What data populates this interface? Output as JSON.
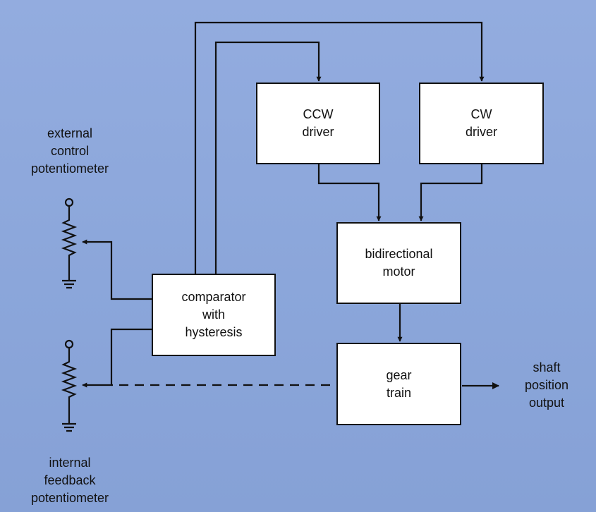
{
  "blocks": {
    "ccw_driver": {
      "line1": "CCW",
      "line2": "driver"
    },
    "cw_driver": {
      "line1": "CW",
      "line2": "driver"
    },
    "motor": {
      "line1": "bidirectional",
      "line2": "motor"
    },
    "comparator": {
      "line1": "comparator",
      "line2": "with",
      "line3": "hysteresis"
    },
    "gear_train": {
      "line1": "gear",
      "line2": "train"
    }
  },
  "labels": {
    "external_pot": {
      "line1": "external",
      "line2": "control",
      "line3": "potentiometer"
    },
    "internal_pot": {
      "line1": "internal",
      "line2": "feedback",
      "line3": "potentiometer"
    },
    "output": {
      "line1": "shaft",
      "line2": "position",
      "line3": "output"
    }
  },
  "colors": {
    "background": "#8fa9dc",
    "block_fill": "#ffffff",
    "line": "#111111"
  }
}
